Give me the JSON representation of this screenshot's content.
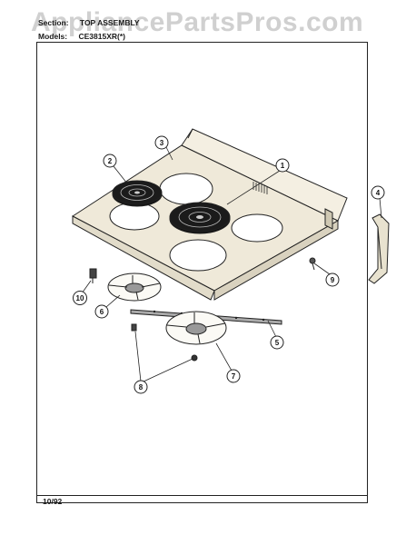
{
  "watermark": "AppliancePartsPros.com",
  "header": {
    "section_label": "Section:",
    "section_value": "TOP ASSEMBLY",
    "models_label": "Models:",
    "models_value": "CE3815XR(*)"
  },
  "footer": {
    "date": "10/92"
  },
  "callouts": [
    "1",
    "2",
    "3",
    "4",
    "5",
    "6",
    "7",
    "8",
    "9",
    "10"
  ]
}
